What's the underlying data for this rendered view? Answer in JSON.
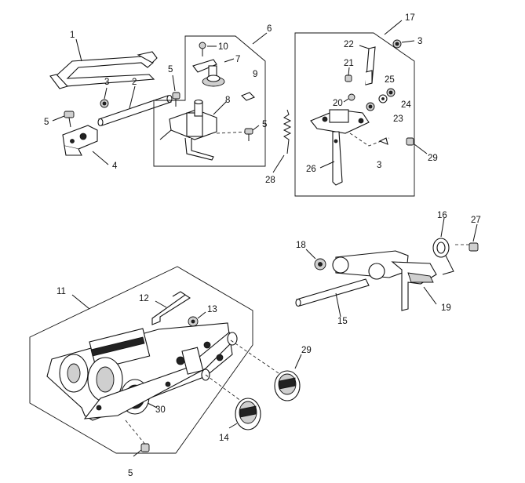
{
  "callouts": {
    "c1": "1",
    "c2": "2",
    "c3a": "3",
    "c3b": "3",
    "c3c": "3",
    "c4": "4",
    "c5a": "5",
    "c5b": "5",
    "c5c": "5",
    "c5d": "5",
    "c6": "6",
    "c7": "7",
    "c8": "8",
    "c9": "9",
    "c10": "10",
    "c11": "11",
    "c12": "12",
    "c13": "13",
    "c14": "14",
    "c15": "15",
    "c16": "16",
    "c17": "17",
    "c18": "18",
    "c19": "19",
    "c20": "20",
    "c21": "21",
    "c22": "22",
    "c23": "23",
    "c24": "24",
    "c25": "25",
    "c26": "26",
    "c27": "27",
    "c28": "28",
    "c29a": "29",
    "c29b": "29",
    "c30": "30"
  }
}
